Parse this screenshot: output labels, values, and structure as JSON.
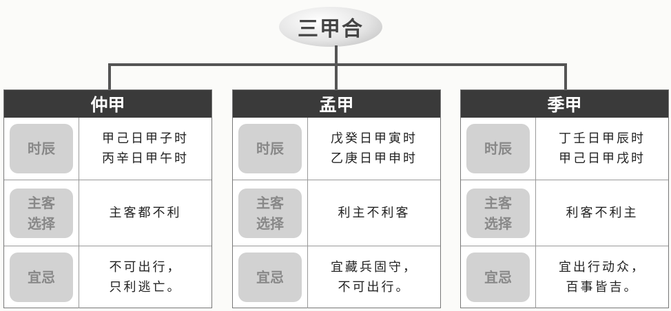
{
  "title": "三甲合",
  "row_labels": {
    "time": "时辰",
    "host_guest_line1": "主客",
    "host_guest_line2": "选择",
    "suitability": "宜忌"
  },
  "panels": [
    {
      "header": "仲甲",
      "time": [
        "甲己日甲子时",
        "丙辛日甲午时"
      ],
      "host_guest": "主客都不利",
      "suitability": [
        "不可出行，",
        "只利逃亡。"
      ]
    },
    {
      "header": "孟甲",
      "time": [
        "戊癸日甲寅时",
        "乙庚日甲申时"
      ],
      "host_guest": "利主不利客",
      "suitability": [
        "宜藏兵固守，",
        "不可出行。"
      ]
    },
    {
      "header": "季甲",
      "time": [
        "丁壬日甲辰时",
        "甲己日甲戌时"
      ],
      "host_guest": "利客不利主",
      "suitability": [
        "宜出行动众，",
        "百事皆吉。"
      ]
    }
  ]
}
